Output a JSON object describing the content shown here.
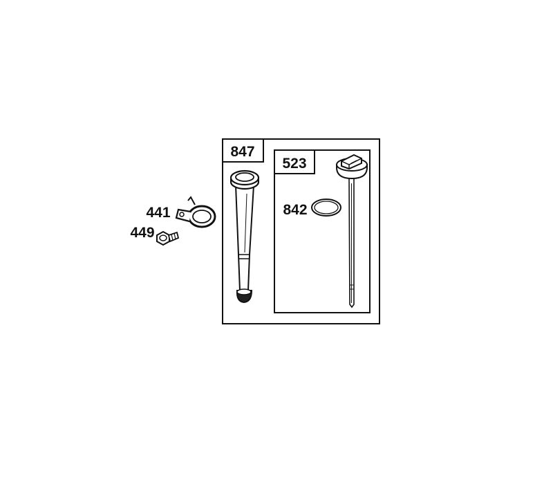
{
  "parts": {
    "dipstick_tube": {
      "number": "847"
    },
    "dipstick_assembly": {
      "number": "523"
    },
    "o_ring": {
      "number": "842"
    },
    "clamp": {
      "number": "441"
    },
    "screw": {
      "number": "449"
    }
  }
}
